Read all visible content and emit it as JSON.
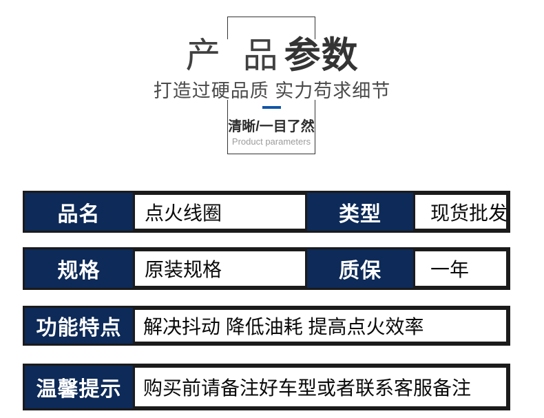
{
  "header": {
    "title_regular": "产 品",
    "title_bold": "参数",
    "subtitle": "打造过硬品质 实力苟求细节",
    "tagline_cn": "清晰/一目了然",
    "tagline_en": "Product parameters"
  },
  "colors": {
    "navy": "#0d2a58",
    "border_black": "#1b1b1b",
    "frame_gray": "#333333",
    "accent_blue": "#1155a7"
  },
  "table": {
    "rows": [
      {
        "label1": "品名",
        "value1": "点火线圈",
        "label2": "类型",
        "value2": "现货批发"
      },
      {
        "label1": "规格",
        "value1": "原装规格",
        "label2": "质保",
        "value2": "一年"
      },
      {
        "label1": "功能特点",
        "value1": "解决抖动 降低油耗 提高点火效率"
      },
      {
        "label1": "温馨提示",
        "value1": "购买前请备注好车型或者联系客服备注"
      }
    ]
  }
}
